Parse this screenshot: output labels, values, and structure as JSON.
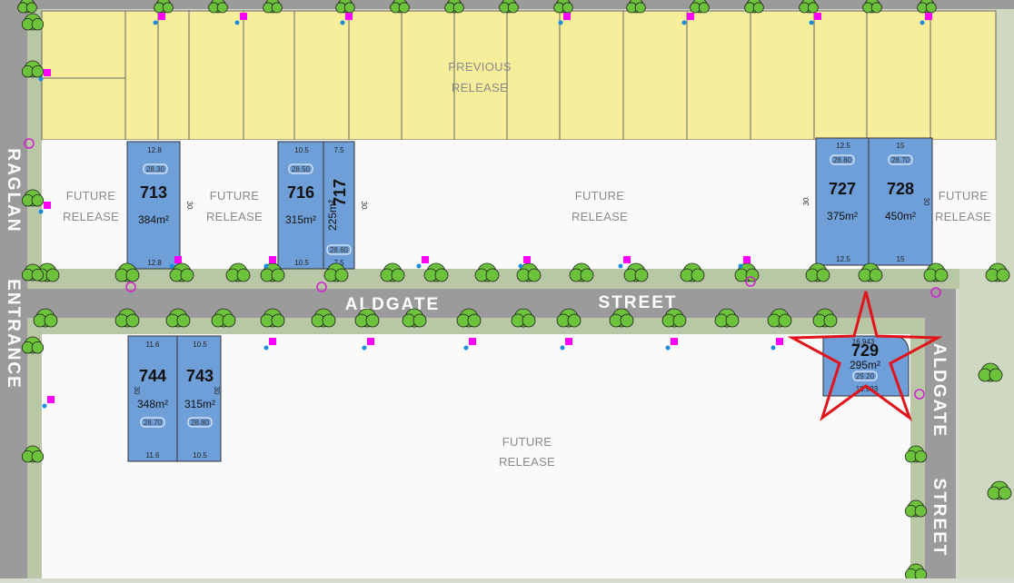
{
  "colors": {
    "lot_fill": "#6f9fd8",
    "previous_release_fill": "#f7ee9c",
    "future_fill": "#fafafa",
    "road": "#9b9b9b",
    "verge": "#b9c7a6",
    "tree": "#6cc23a",
    "marker": "#ff00ff",
    "star": "#e1141b"
  },
  "labels": {
    "previous_release": [
      "PREVIOUS",
      "RELEASE"
    ],
    "future_release": [
      "FUTURE",
      "RELEASE"
    ]
  },
  "streets": {
    "aldgate_word1": "ALDGATE",
    "aldgate_word2": "STREET",
    "raglan_word1": "RAGLAN",
    "raglan_word2": "ENTRANCE",
    "aldgate_vertical_word1": "ALDGATE",
    "aldgate_vertical_word2": "STREET"
  },
  "lots": {
    "l713": {
      "number": "713",
      "area": "384m²",
      "front": "12.8",
      "rear": "12.8",
      "depth": "30",
      "level": "28.30"
    },
    "l716": {
      "number": "716",
      "area": "315m²",
      "front": "10.5",
      "rear": "10.5",
      "depth": "30",
      "level": "28.50"
    },
    "l717": {
      "number": "717",
      "area": "225m²",
      "front": "7.5",
      "rear": "7.5",
      "depth": "30",
      "level": "28.60"
    },
    "l727": {
      "number": "727",
      "area": "375m²",
      "front": "12.5",
      "rear": "12.5",
      "depth": "30",
      "level": "28.80"
    },
    "l728": {
      "number": "728",
      "area": "450m²",
      "front": "15",
      "rear": "15",
      "depth": "30",
      "level": "28.70"
    },
    "l744": {
      "number": "744",
      "area": "348m²",
      "front": "11.6",
      "rear": "11.6",
      "depth": "30",
      "level": "28.70"
    },
    "l743": {
      "number": "743",
      "area": "315m²",
      "front": "10.5",
      "rear": "10.5",
      "depth": "30",
      "level": "28.80"
    },
    "l729": {
      "number": "729",
      "area": "295m²",
      "front": "16.943",
      "rear": "19.993",
      "level": "29.20"
    }
  }
}
